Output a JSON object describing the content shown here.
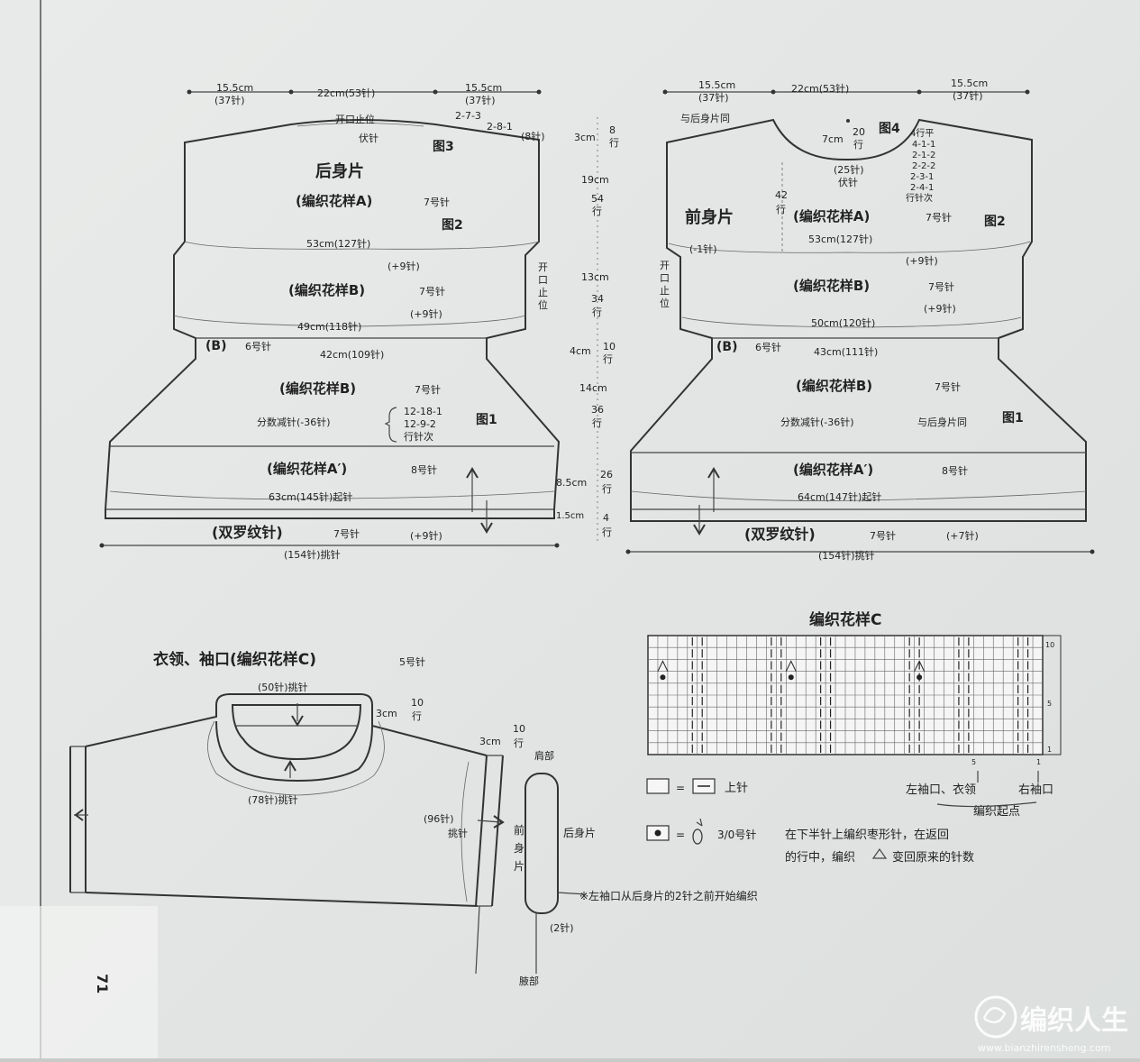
{
  "page_number": "71",
  "watermark": {
    "brand": "编织人生",
    "url": "www.bianzhirensheng.com"
  },
  "back": {
    "top_dims": [
      "15.5cm",
      "(37针)",
      "22cm(53针)",
      "15.5cm",
      "(37针)"
    ],
    "neck_stop": "开口止位",
    "bind_off": "伏针",
    "shoulder_rows": [
      "2-7-3",
      "2-8-1"
    ],
    "shoulder_sts": "(8针)",
    "fig3": "图3",
    "fig2": "图2",
    "fig1": "图1",
    "title": "后身片",
    "patternA": "(编织花样A)",
    "needle7": "7号针",
    "w53": "53cm(127针)",
    "inc9": "(+9针)",
    "patternB": "(编织花样B)",
    "w49": "49cm(118针)",
    "bandB": "(B)",
    "needle6": "6号针",
    "w42": "42cm(109针)",
    "dec": "分数减针(-36针)",
    "dec_rows": [
      "12-18-1",
      "12-9-2",
      "行针次"
    ],
    "patternA2": "(编织花样A′)",
    "needle8": "8号针",
    "w63": "63cm(145针)起针",
    "rib": "(双罗纹针)",
    "rib_inc": "(+9针)",
    "pickup": "(154针)挑针",
    "side_stop": "开口止位"
  },
  "mid_dims": {
    "items": [
      "3cm",
      "8",
      "行",
      "19cm",
      "54",
      "行",
      "13cm",
      "34",
      "行",
      "4cm",
      "10",
      "行",
      "14cm",
      "36",
      "行",
      "8.5cm",
      "26",
      "行",
      "1.5cm",
      "4",
      "行"
    ]
  },
  "front": {
    "top_dims": [
      "15.5cm",
      "(37针)",
      "22cm(53针)",
      "15.5cm",
      "(37针)"
    ],
    "same_as_back": "与后身片同",
    "fig4": "图4",
    "neck_depth": "7cm",
    "neck_rows": "20",
    "neck_rows_unit": "行",
    "neck_bind": "(25针)",
    "bind_off": "伏针",
    "neck_dec": [
      "4行平",
      "4-1-1",
      "2-1-2",
      "2-2-2",
      "2-3-1",
      "2-4-1",
      "行针次"
    ],
    "len_rows": "42",
    "len_unit": "行",
    "title": "前身片",
    "patternA": "(编织花样A)",
    "needle7": "7号针",
    "fig2": "图2",
    "dec1": "(-1针)",
    "w53": "53cm(127针)",
    "inc9": "(+9针)",
    "patternB": "(编织花样B)",
    "w50": "50cm(120针)",
    "bandB": "(B)",
    "needle6": "6号针",
    "w43": "43cm(111针)",
    "dec": "分数减针(-36针)",
    "same": "与后身片同",
    "fig1": "图1",
    "patternA2": "(编织花样A′)",
    "needle8": "8号针",
    "w64": "64cm(147针)起针",
    "rib": "(双罗纹针)",
    "rib_inc": "(+7针)",
    "pickup": "(154针)挑针",
    "side_stop": "开口止位"
  },
  "collar": {
    "title": "衣领、袖口(编织花样C)",
    "needle": "5号针",
    "pick50": "(50针)挑针",
    "w3": "3cm",
    "r10": "10",
    "r_unit": "行",
    "pick78": "(78针)挑针",
    "w3b": "3cm",
    "r10b": "10",
    "r_unit_b": "行",
    "pick96": "(96针)",
    "pick96b": "挑针",
    "front": [
      "前",
      "身",
      "片"
    ],
    "back": "后身片",
    "shoulder": "肩部",
    "underarm": "腋部",
    "st2": "(2针)",
    "note": "※左袖口从后身片的2针之前开始编织"
  },
  "chart": {
    "title": "编织花样C",
    "row_numbers": [
      "10",
      "5",
      "1"
    ],
    "col_numbers": [
      "5",
      "1"
    ],
    "left_label": "左袖口、衣领",
    "right_label": "右袖口",
    "start": "编织起点",
    "legend1": "上针",
    "legend2": "3/0号针",
    "legend2_desc": [
      "在下半针上编织枣形针，在返回",
      "的行中，编织",
      "变回原来的针数"
    ]
  }
}
